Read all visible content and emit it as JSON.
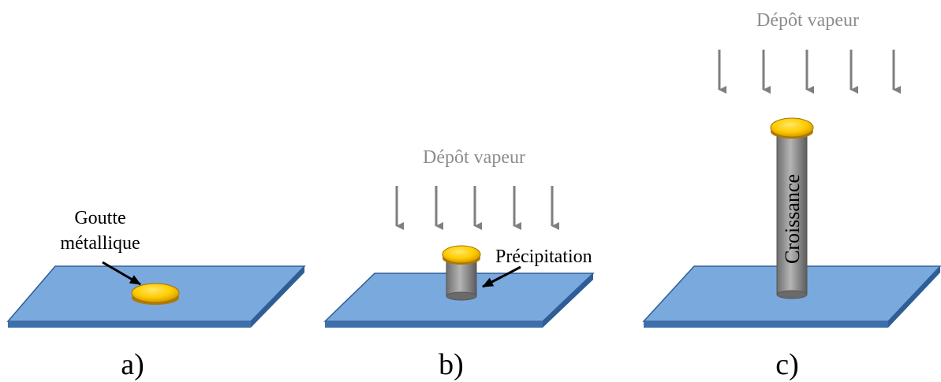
{
  "colors": {
    "substrate_top": "#7aa9dd",
    "substrate_edge": "#3f6fab",
    "substrate_stroke": "#2f5d96",
    "droplet_gold": "#ffcc00",
    "droplet_shade": "#c98f00",
    "wire_gray": "#8a8a8a",
    "wire_dark": "#555555",
    "arrow_gray": "#7f7f7f",
    "vapor_text": "#8c8c8c",
    "label_text": "#000000"
  },
  "panels": [
    {
      "id": "a",
      "caption": "a)",
      "droplet_label_line1": "Goutte",
      "droplet_label_line2": "métallique"
    },
    {
      "id": "b",
      "caption": "b)",
      "vapor_label": "Dépôt vapeur",
      "precipitation_label": "Précipitation"
    },
    {
      "id": "c",
      "caption": "c)",
      "vapor_label": "Dépôt vapeur",
      "growth_label": "Croissance"
    }
  ]
}
